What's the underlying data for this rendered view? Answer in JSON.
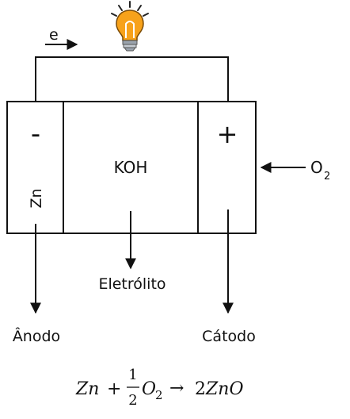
{
  "labels": {
    "electron": "e",
    "anode_sign": "-",
    "cathode_sign": "+",
    "anode_metal": "Zn",
    "electrolyte_solution": "KOH",
    "oxygen": "O",
    "oxygen_subscript": "2",
    "electrolyte": "Eletrólito",
    "anode": "Ânodo",
    "cathode": "Cátodo"
  },
  "equation": {
    "reactant": "Zn",
    "plus": "+",
    "coef_numerator": "1",
    "coef_denominator": "2",
    "oxygen": "O",
    "oxygen_subscript": "2",
    "arrow": "→",
    "product_coef": "2",
    "product": "ZnO"
  },
  "colors": {
    "bulb_glass": "#f7a21b",
    "bulb_filament": "#ffffff",
    "bulb_base": "#9aa3ad",
    "rays": "#222222",
    "lines": "#111111"
  },
  "icons": {
    "bulb": "light-bulb-icon"
  }
}
